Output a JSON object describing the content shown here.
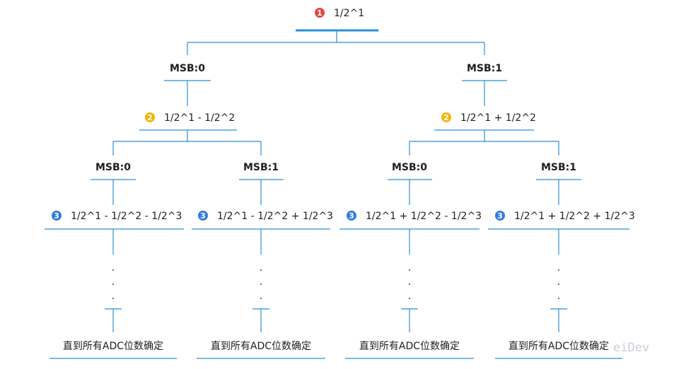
{
  "colors": {
    "line": "#2b8fd6",
    "badge1": "#e8453c",
    "badge2": "#f4b400",
    "badge3": "#2f7be6"
  },
  "root": {
    "badge": "1",
    "label": "1/2^1"
  },
  "level1": [
    {
      "msb": "MSB:0",
      "badge": "2",
      "label": "1/2^1 - 1/2^2"
    },
    {
      "msb": "MSB:1",
      "badge": "2",
      "label": "1/2^1 + 1/2^2"
    }
  ],
  "level2": [
    {
      "msb": "MSB:0",
      "badge": "3",
      "label": "1/2^1 - 1/2^2 - 1/2^3",
      "ellipsis": ".",
      "final": "直到所有ADC位数确定"
    },
    {
      "msb": "MSB:1",
      "badge": "3",
      "label": "1/2^1 - 1/2^2 + 1/2^3",
      "ellipsis": ".",
      "final": "直到所有ADC位数确定"
    },
    {
      "msb": "MSB:0",
      "badge": "3",
      "label": "1/2^1 + 1/2^2 - 1/2^3",
      "ellipsis": ".",
      "final": "直到所有ADC位数确定"
    },
    {
      "msb": "MSB:1",
      "badge": "3",
      "label": "1/2^1 + 1/2^2 + 1/2^3",
      "ellipsis": ".",
      "final": "直到所有ADC位数确定"
    }
  ],
  "watermark": "eiDev"
}
